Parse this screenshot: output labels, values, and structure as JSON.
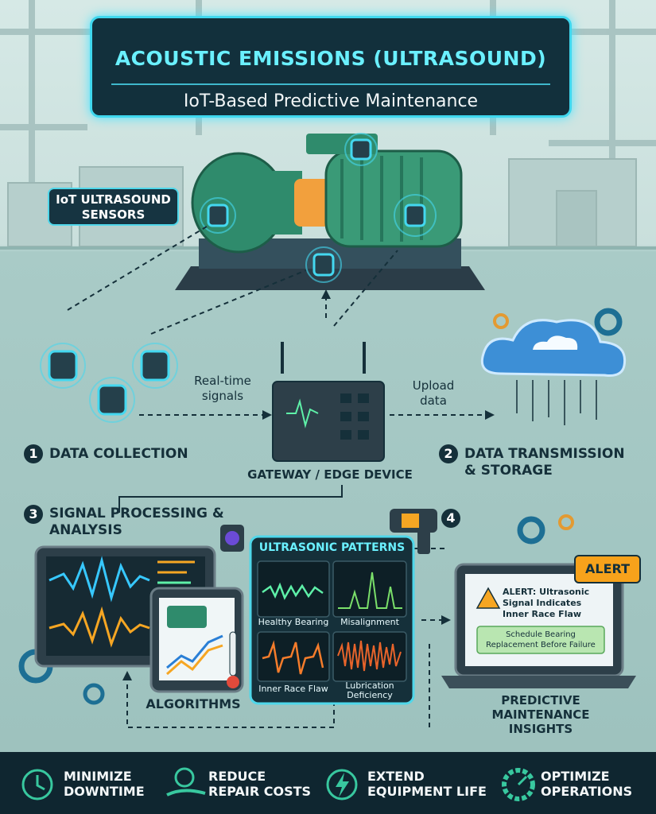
{
  "header": {
    "title": "ACOUSTIC EMISSIONS (ULTRASOUND)",
    "subtitle": "IoT-Based Predictive Maintenance"
  },
  "sensors_label": "IoT ULTRASOUND SENSORS",
  "flow": {
    "realtime_signals": "Real-time signals",
    "upload_data": "Upload data",
    "gateway": "GATEWAY / EDGE DEVICE"
  },
  "steps": [
    {
      "number": "1",
      "label": "DATA COLLECTION"
    },
    {
      "number": "2",
      "label": "DATA TRANSMISSION & STORAGE"
    },
    {
      "number": "3",
      "label": "SIGNAL PROCESSING & ANALYSIS"
    },
    {
      "number": "4",
      "label": ""
    }
  ],
  "patterns": {
    "title": "ULTRASONIC PATTERNS",
    "items": [
      "Healthy Bearing",
      "Misalignment",
      "Inner Race Flaw",
      "Lubrication Deficiency"
    ]
  },
  "algorithms_label": "ALGORITHMS",
  "alert": {
    "badge": "ALERT",
    "message": "ALERT: Ultrasonic Signal Indicates Inner Race Flaw",
    "action": "Schedule Bearing Replacement Before Failure"
  },
  "insights_label": "PREDICTIVE MAINTENANCE INSIGHTS",
  "benefits": [
    {
      "icon": "clock-icon",
      "label": "MINIMIZE DOWNTIME"
    },
    {
      "icon": "money-hand-icon",
      "label": "REDUCE REPAIR COSTS"
    },
    {
      "icon": "lightning-icon",
      "label": "EXTEND EQUIPMENT LIFE"
    },
    {
      "icon": "gear-gauge-icon",
      "label": "OPTIMIZE OPERATIONS"
    }
  ],
  "colors": {
    "accent": "#3fd7ee",
    "navy": "#12303c",
    "alert": "#f7a21b",
    "motor": "#2e8a67"
  }
}
